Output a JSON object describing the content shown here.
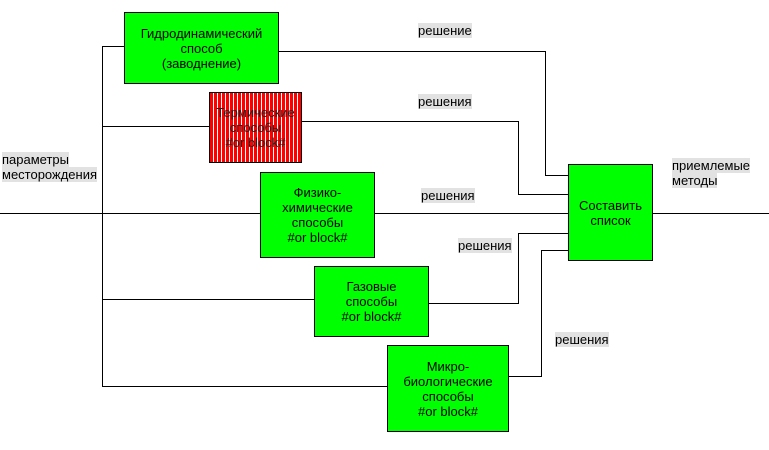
{
  "diagram": {
    "input_label": "параметры\nместорождения",
    "output_label": "приемлемые\nметоды",
    "target_label": "Составить\nсписок",
    "methods": [
      {
        "label": "Гидродинамический\nспособ\n(заводнение)",
        "edge_label": "решение",
        "status": "ok"
      },
      {
        "label": "Термические\nспособы\n#or block#",
        "edge_label": "решения",
        "status": "highlighted"
      },
      {
        "label": "Физико-\nхимические\nспособы\n#or block#",
        "edge_label": "решения",
        "status": "ok"
      },
      {
        "label": "Газовые\nспособы\n#or block#",
        "edge_label": "решения",
        "status": "ok"
      },
      {
        "label": "Микро-\nбиологические\nспособы\n#or block#",
        "edge_label": "решения",
        "status": "ok"
      }
    ]
  },
  "colors": {
    "box": "#00ff00",
    "highlight": "#ff0000",
    "line": "#000000",
    "label_bg": "#e2e2e2"
  }
}
